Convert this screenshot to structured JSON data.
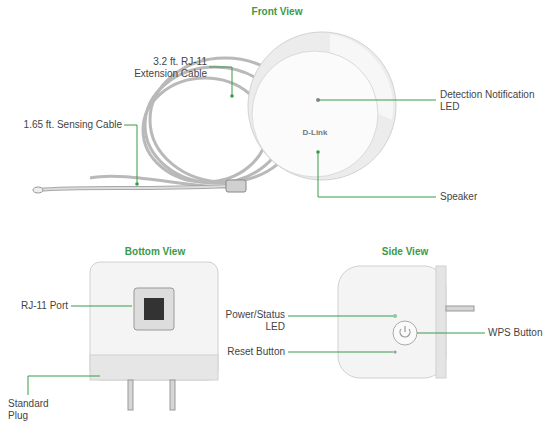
{
  "diagram": {
    "labels": [
      "Front View",
      "3.2 ft. RJ-11 Extension Cable",
      "1.65 ft. Sensing Cable",
      "Detection Notification LED",
      "Speaker",
      "D-Link",
      "Bottom View",
      "RJ-11 Port",
      "Standard Plug",
      "Side View",
      "Power/Status LED",
      "Reset Button",
      "WPS Button"
    ]
  }
}
